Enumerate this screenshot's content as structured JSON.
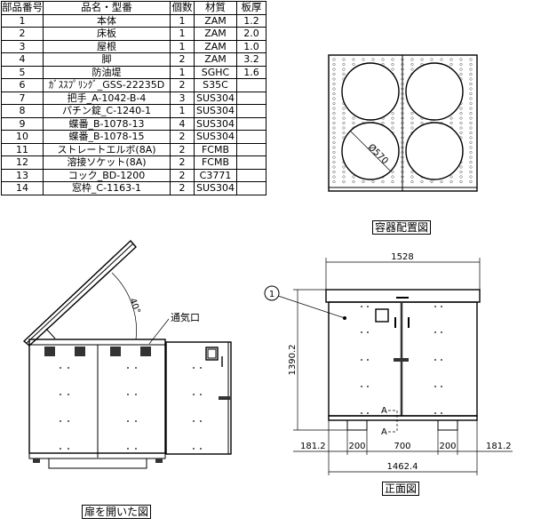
{
  "parts_table": {
    "headers": [
      "部品番号",
      "品名・型番",
      "個数",
      "材質",
      "板厚"
    ],
    "rows": [
      [
        "1",
        "本体",
        "1",
        "ZAM",
        "1.2"
      ],
      [
        "2",
        "床板",
        "1",
        "ZAM",
        "2.0"
      ],
      [
        "3",
        "屋根",
        "1",
        "ZAM",
        "1.0"
      ],
      [
        "4",
        "脚",
        "2",
        "ZAM",
        "3.2"
      ],
      [
        "5",
        "防油堤",
        "1",
        "SGHC",
        "1.6"
      ],
      [
        "6",
        "ｶﾞｽｽﾌﾟﾘﾝｸﾞ_GSS-22235D",
        "2",
        "S35C",
        ""
      ],
      [
        "7",
        "把手_A-1042-B-4",
        "3",
        "SUS304",
        ""
      ],
      [
        "8",
        "パチン錠_C-1240-1",
        "1",
        "SUS304",
        ""
      ],
      [
        "9",
        "蝶番_B-1078-13",
        "4",
        "SUS304",
        ""
      ],
      [
        "10",
        "蝶番_B-1078-15",
        "2",
        "SUS304",
        ""
      ],
      [
        "11",
        "ストレートエルボ(8A)",
        "2",
        "FCMB",
        ""
      ],
      [
        "12",
        "溶接ソケット(8A)",
        "2",
        "FCMB",
        ""
      ],
      [
        "13",
        "コック_BD-1200",
        "2",
        "C3771",
        ""
      ],
      [
        "14",
        "窓枠_C-1163-1",
        "2",
        "SUS304",
        ""
      ]
    ]
  },
  "layout_view": {
    "title": "容器配置図",
    "diameter": "Ø570"
  },
  "open_view": {
    "title": "扉を開いた図",
    "angle": "40°",
    "vent_label": "通気口"
  },
  "front_view": {
    "title": "正面図",
    "balloon": "1",
    "width_top": "1528",
    "height": "1390.2",
    "offset_left": "181.2",
    "foot_left": "200",
    "foot_gap": "700",
    "foot_right": "200",
    "offset_right": "181.2",
    "width_base": "1462.4",
    "section_mark": "A"
  }
}
